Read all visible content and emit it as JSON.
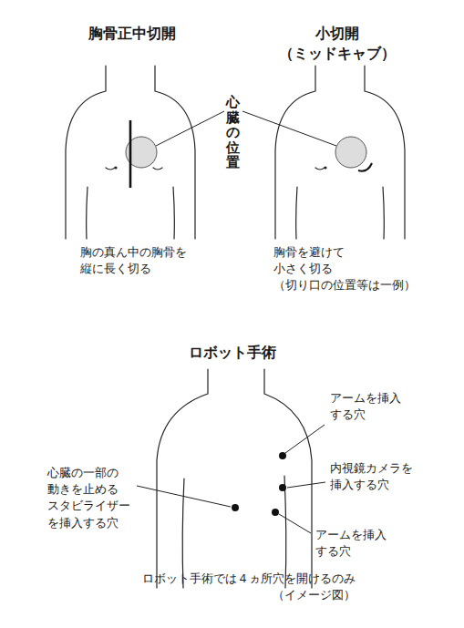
{
  "diagram": {
    "labels": [
      "胸骨正中切開",
      "小切開 （ミッドキャブ）",
      "心臓の位置",
      "胸の真ん中の胸骨を 縦に長く切る",
      "胸骨を避けて 小さく切る （切り口の位置等は一例）",
      "ロボット手術",
      "アームを挿入 する穴",
      "心臓の一部の 動きを止める スタビライザー を挿入する穴",
      "内視鏡カメラを 挿入する穴",
      "アームを挿入 する穴",
      "ロボット手術では４ヵ所穴を開けるのみ （イメージ図）"
    ]
  }
}
